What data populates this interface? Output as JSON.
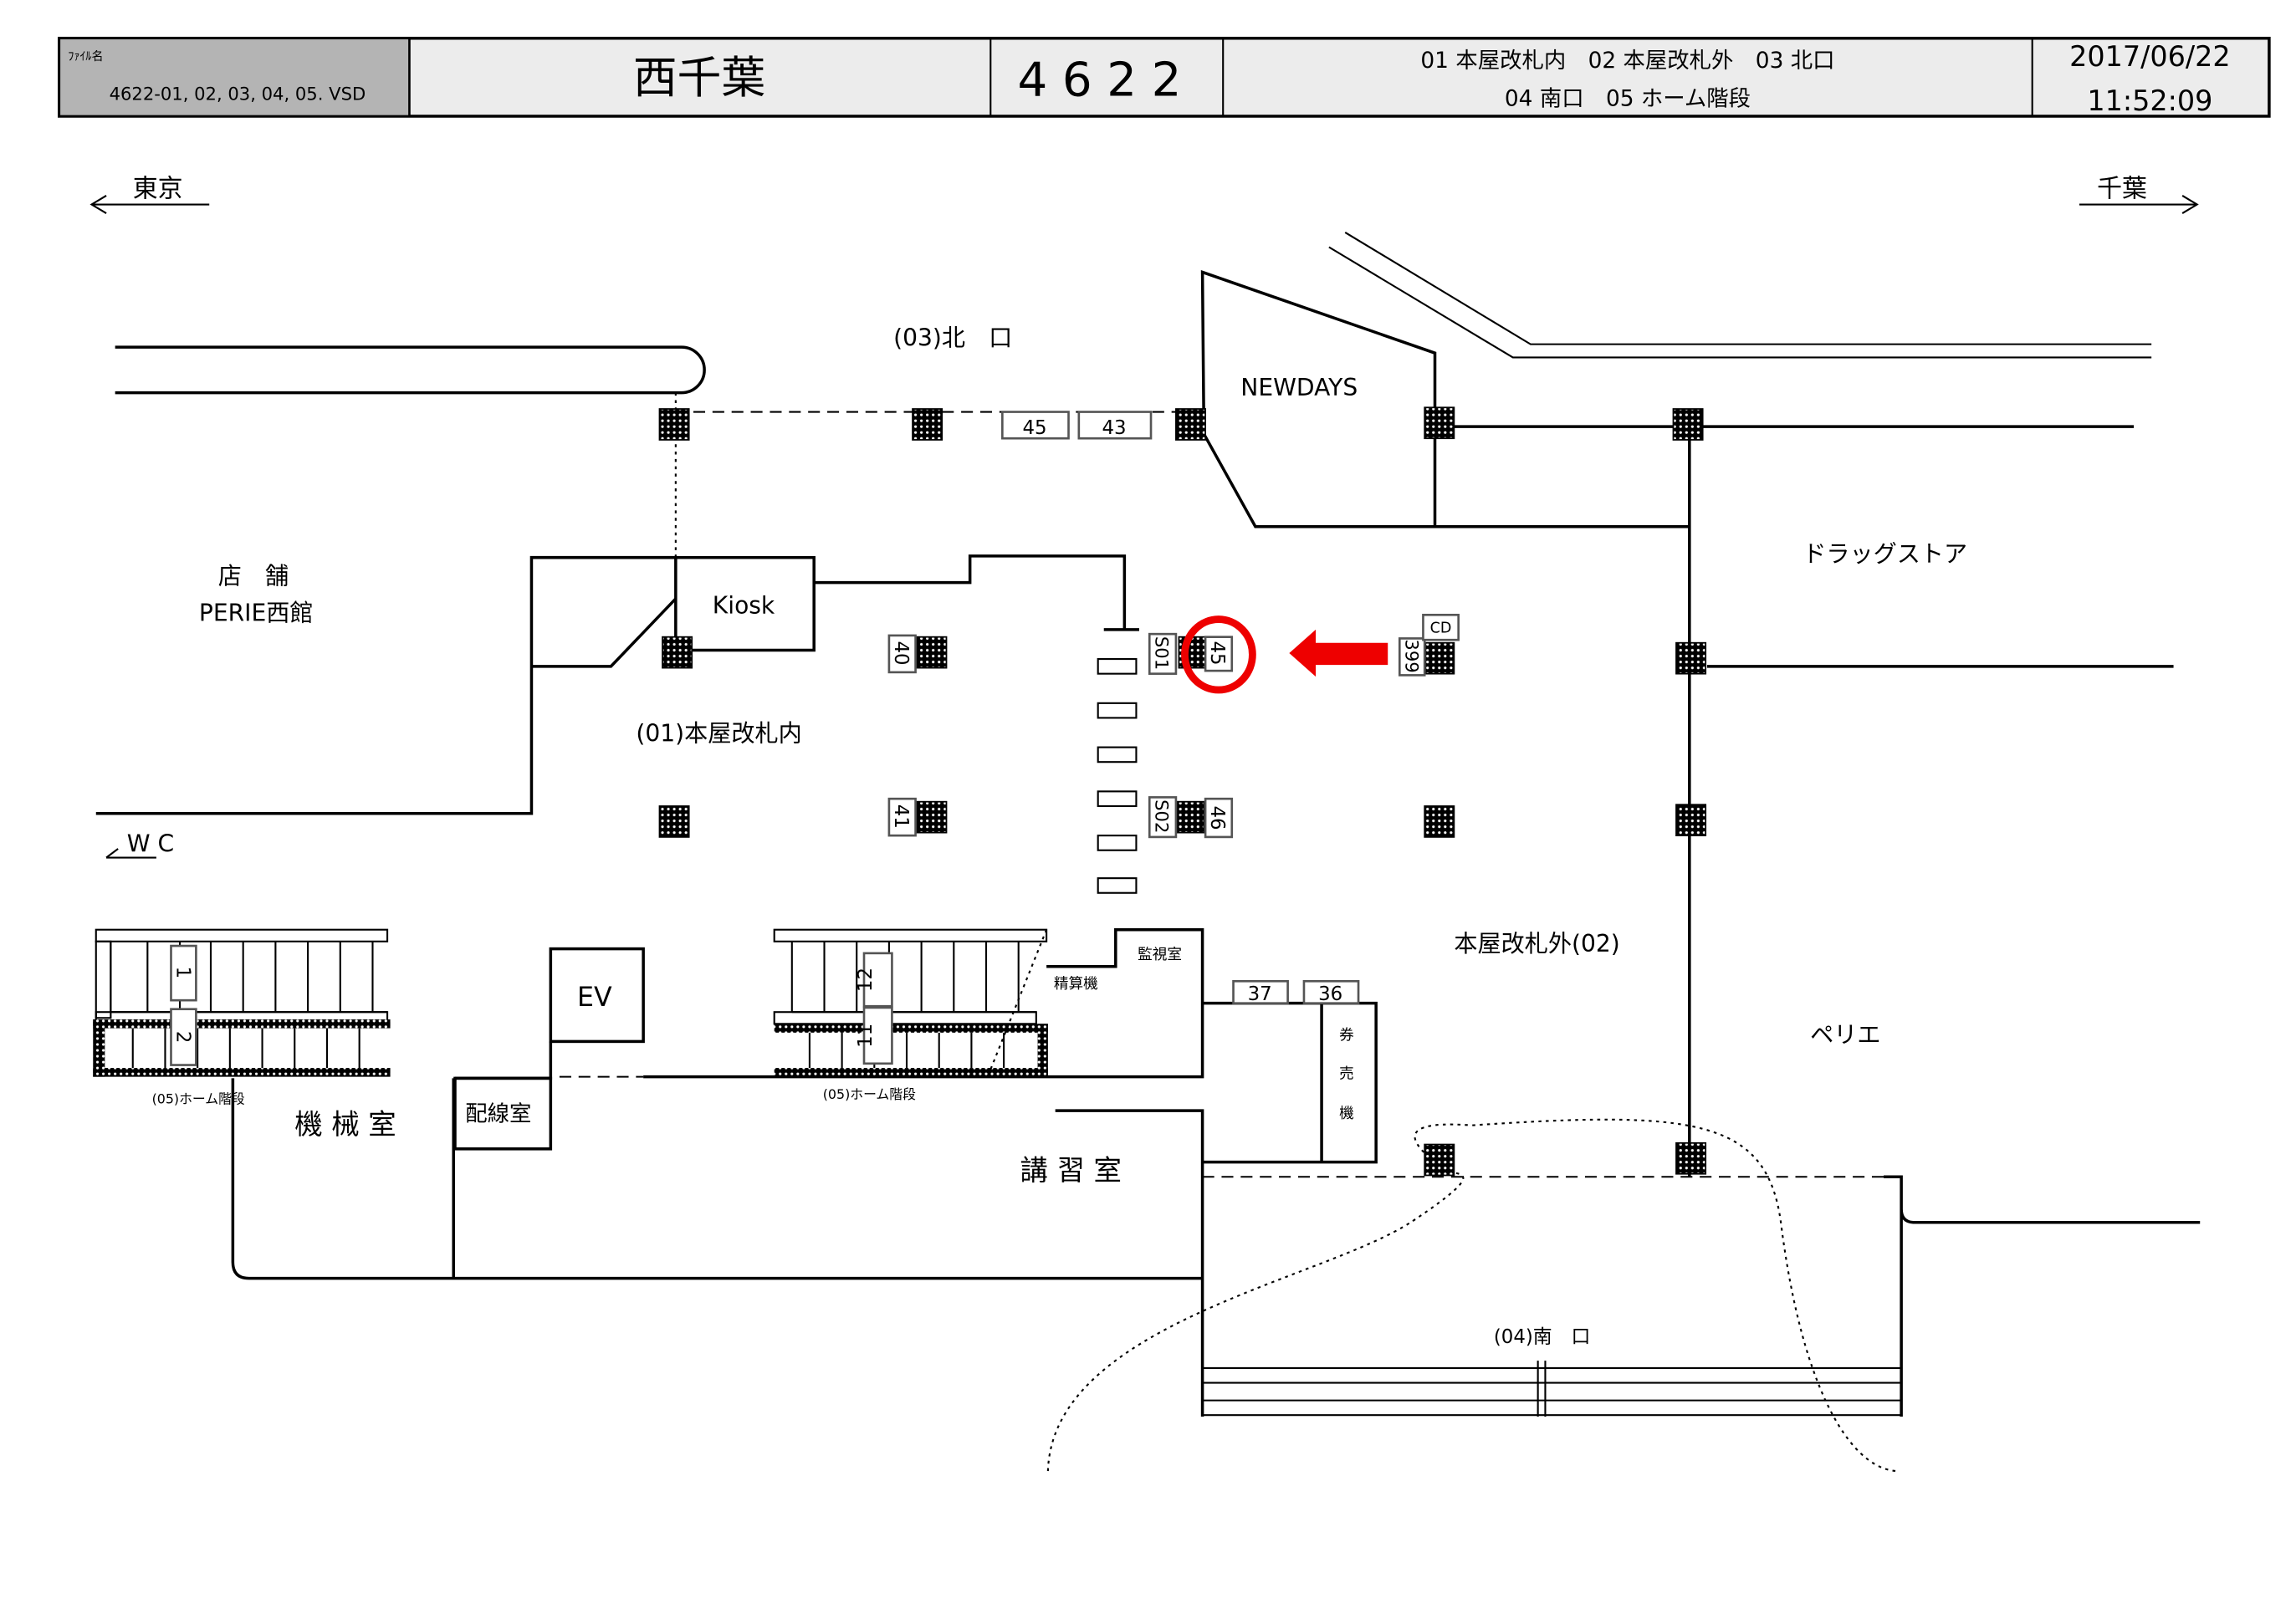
{
  "header": {
    "file_label": "ﾌｧｲﾙ名",
    "file_name": "4622-01, 02, 03, 04, 05. VSD",
    "station_name": "西千葉",
    "station_code": "4622",
    "areas_line1": "01 本屋改札内　02 本屋改札外　03 北口",
    "areas_line2": "04 南口　05 ホーム階段",
    "date": "2017/06/22",
    "time": "11:52:09"
  },
  "directions": {
    "left": "東京",
    "right": "千葉"
  },
  "labels": {
    "north_exit": "(03)北　口",
    "newdays": "NEWDAYS",
    "store": "店　舗",
    "perie_west": "PERIE西館",
    "kiosk": "Kiosk",
    "inside_gate": "(01)本屋改札内",
    "drugstore": "ドラッグストア",
    "outside_gate": "本屋改札外(02)",
    "perie": "ペリエ",
    "wc": "W C",
    "machine_room": "機 械 室",
    "wiring_room": "配線室",
    "training_room": "講 習 室",
    "south_exit": "(04)南　口",
    "ev": "EV",
    "monitor_room": "監視室",
    "fare_adjust": "精算機",
    "ticket_1": "券",
    "ticket_2": "売",
    "ticket_3": "機",
    "stairs_left": "(05)ホーム階段",
    "stairs_mid": "(05)ホーム階段",
    "cd": "CD"
  },
  "ad_positions": {
    "p45top": "45",
    "p43": "43",
    "p40": "40",
    "p41": "41",
    "s01": "S01",
    "s02": "S02",
    "p45": "45",
    "p46": "46",
    "p399": "399",
    "p37": "37",
    "p36": "36",
    "p1": "1",
    "p2": "2",
    "p12": "12",
    "p11": "11"
  },
  "highlight": {
    "target": "45",
    "color": "#ee0000"
  }
}
